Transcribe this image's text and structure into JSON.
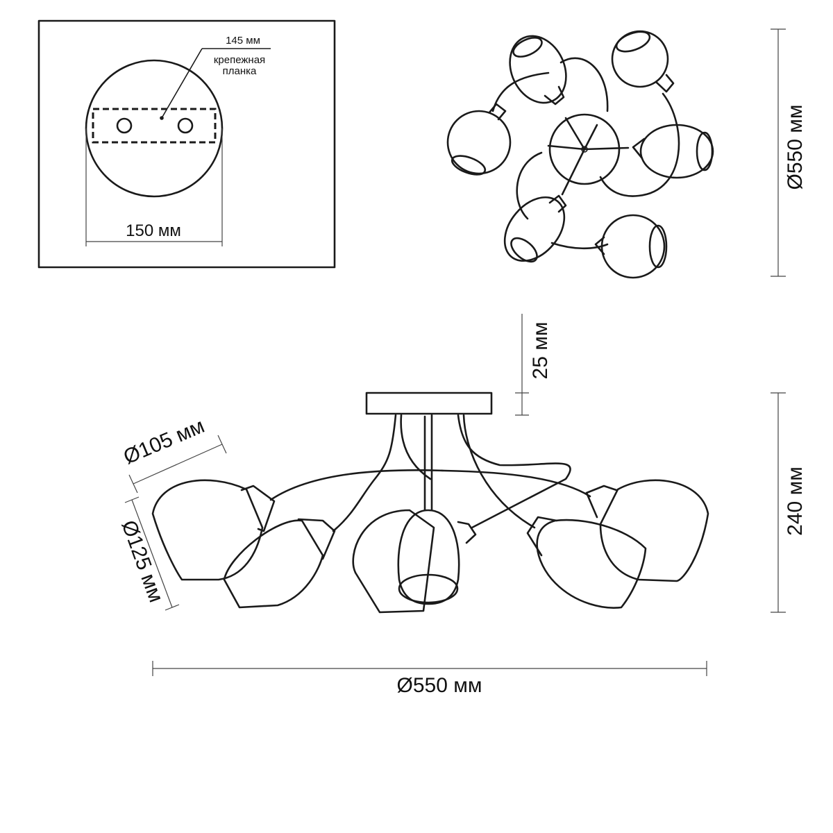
{
  "mount_plate": {
    "bracket_width_label": "145 мм",
    "bracket_label_line1": "крепежная",
    "bracket_label_line2": "планка",
    "canopy_diameter_label": "150 мм"
  },
  "top_view": {
    "overall_diameter_label": "Ø550 мм"
  },
  "side_view": {
    "canopy_height_label": "25 мм",
    "overall_height_label": "240 мм",
    "shade_opening_label": "Ø105 мм",
    "shade_diameter_label": "Ø125 мм",
    "overall_diameter_label": "Ø550 мм"
  }
}
